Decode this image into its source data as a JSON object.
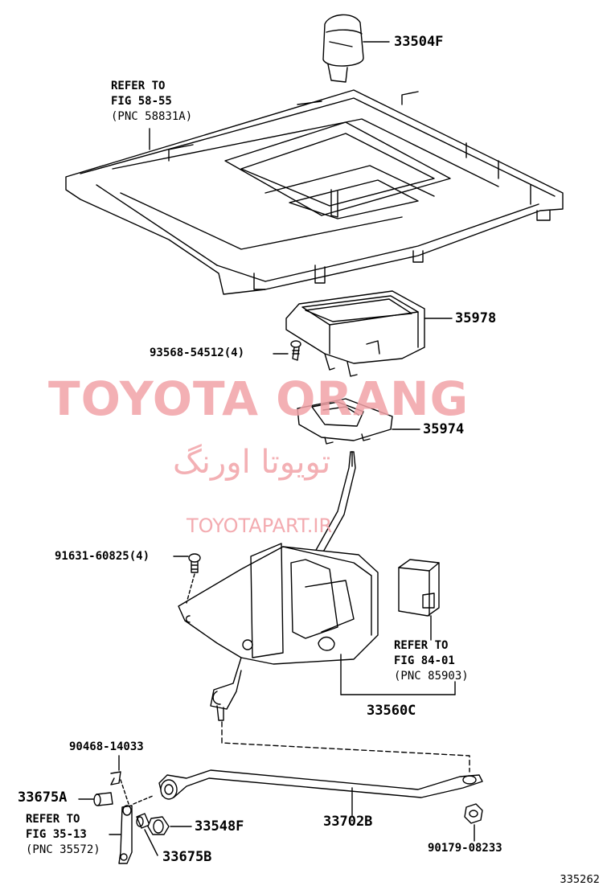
{
  "watermark": {
    "brand": "TOYOTA ORANG",
    "persian": "تویوتا اورنگ",
    "url": "TOYOTAPART.IR"
  },
  "figure_number": "335262",
  "parts": {
    "knob": "33504F",
    "bezel": "35978",
    "screw_1": "93568-54512(4)",
    "indicator": "35974",
    "bolt_1": "91631-60825(4)",
    "shift_lever_assy": "33560C",
    "clip": "90468-14033",
    "bushing_a": "33675A",
    "retainer": "33548F",
    "bushing_b": "33675B",
    "rod": "33702B",
    "nut": "90179-08233"
  },
  "refs": {
    "console": {
      "line1": "REFER TO",
      "line2": "FIG 58-55",
      "line3": "(PNC 58831A)"
    },
    "computer": {
      "line1": "REFER TO",
      "line2": "FIG 84-01",
      "line3": "(PNC 85903)"
    },
    "lever_arm": {
      "line1": "REFER TO",
      "line2": "FIG 35-13",
      "line3": "(PNC 35572)"
    }
  }
}
